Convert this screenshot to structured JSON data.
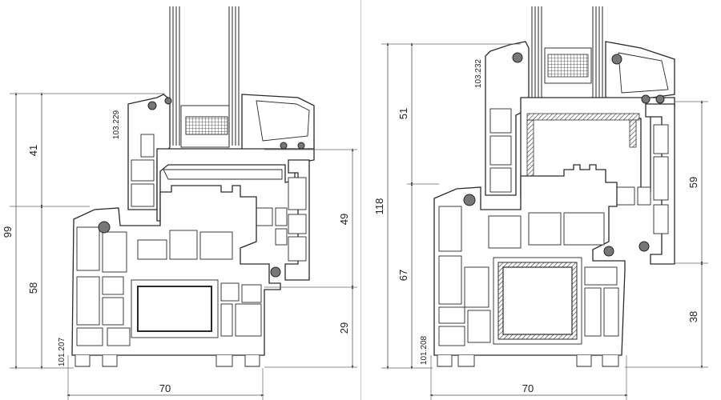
{
  "left_drawing": {
    "profile_code_upper": "103.229",
    "profile_code_lower": "101.207",
    "dims": {
      "total_height": "99",
      "upper_height": "41",
      "lower_height": "58",
      "right_upper": "49",
      "right_lower": "29",
      "width": "70"
    }
  },
  "right_drawing": {
    "profile_code_upper": "103.232",
    "profile_code_lower": "101.208",
    "dims": {
      "total_height": "118",
      "upper_height": "51",
      "lower_height": "67",
      "right_upper": "59",
      "right_lower": "38",
      "width": "70"
    }
  },
  "colors": {
    "line": "#2a2a2a",
    "dimension": "#555555",
    "seal": "#777777"
  }
}
